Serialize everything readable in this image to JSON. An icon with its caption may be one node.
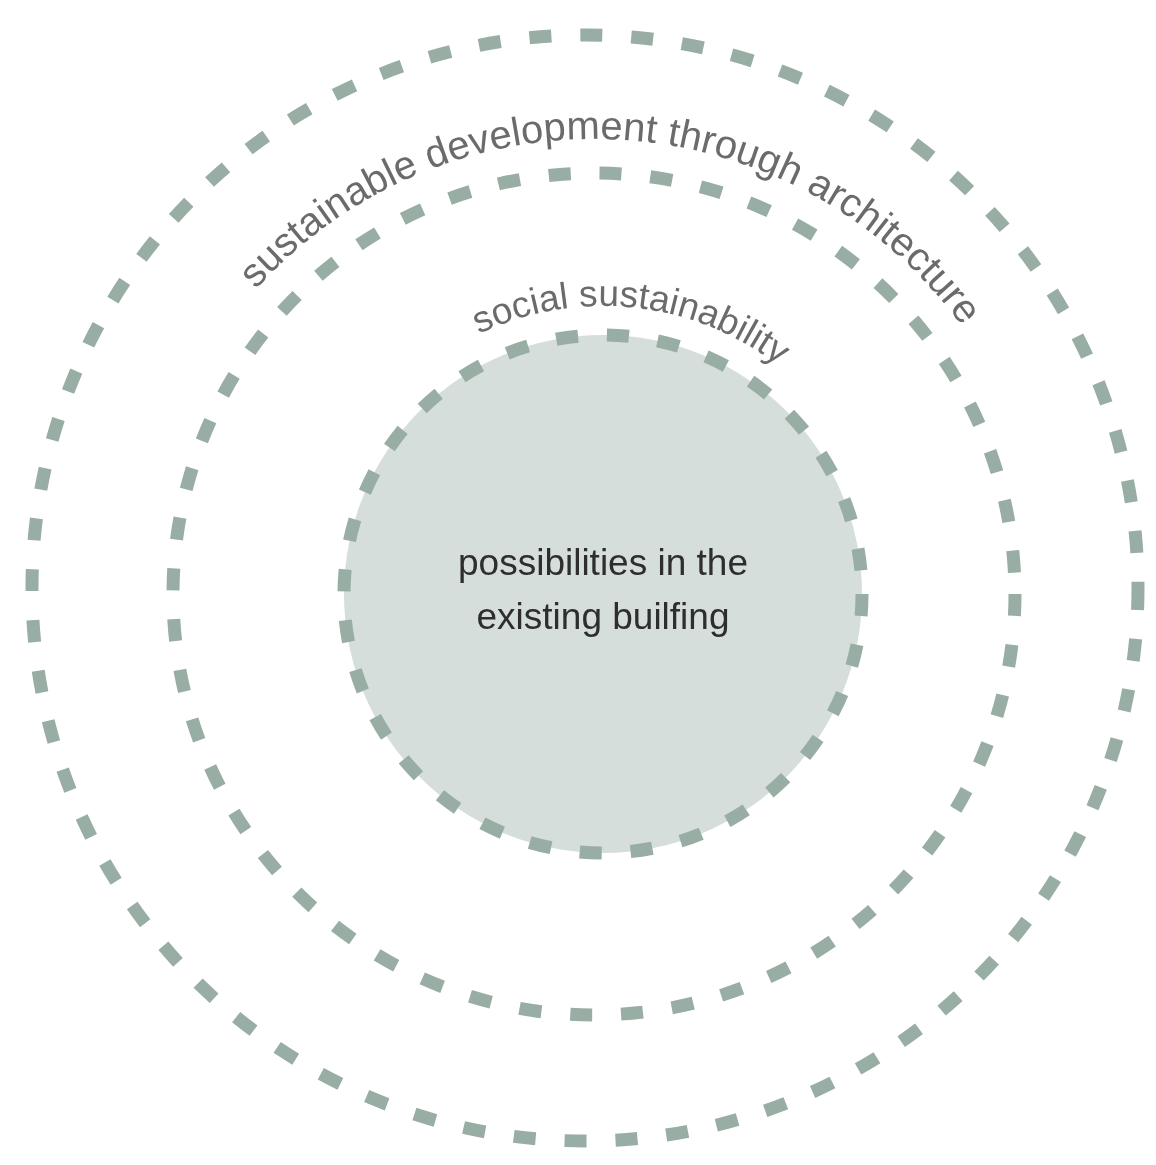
{
  "diagram": {
    "nodes": [
      {
        "text": [],
        "shape": "circle"
      },
      {
        "text": [
          "sustainable development through architecture"
        ],
        "in": 0
      },
      {
        "text": [
          "social sustainability",
          "possibilities in the existing builfing"
        ],
        "in": 1
      }
    ]
  }
}
